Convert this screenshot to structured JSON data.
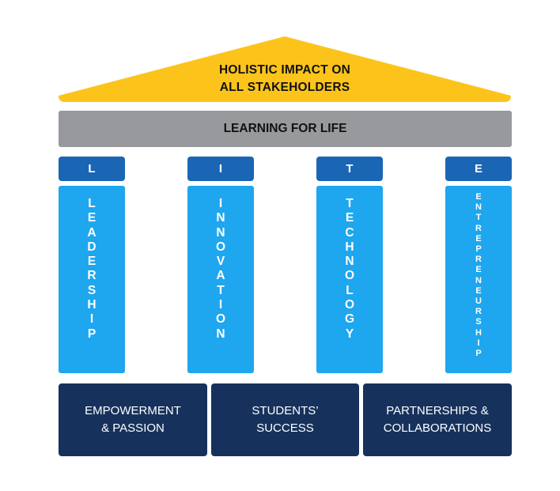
{
  "roof": {
    "line1": "HOLISTIC IMPACT ON",
    "line2": "ALL STAKEHOLDERS",
    "color": "#fcc41b"
  },
  "beam": {
    "label": "LEARNING FOR LIFE",
    "color": "#97999c"
  },
  "pillars": [
    {
      "letter": "L",
      "word": "LEADERSHIP"
    },
    {
      "letter": "I",
      "word": "INNOVATION"
    },
    {
      "letter": "T",
      "word": "TECHNOLOGY"
    },
    {
      "letter": "E",
      "word": "ENTREPRENEURSHIP"
    }
  ],
  "foundation": [
    {
      "line1": "EMPOWERMENT",
      "line2": "& PASSION"
    },
    {
      "line1": "STUDENTS’",
      "line2": "SUCCESS"
    },
    {
      "line1": "PARTNERSHIPS &",
      "line2": "COLLABORATIONS"
    }
  ],
  "colors": {
    "cap": "#1a65b4",
    "column": "#1ea6ee",
    "foundation": "#16325c"
  }
}
